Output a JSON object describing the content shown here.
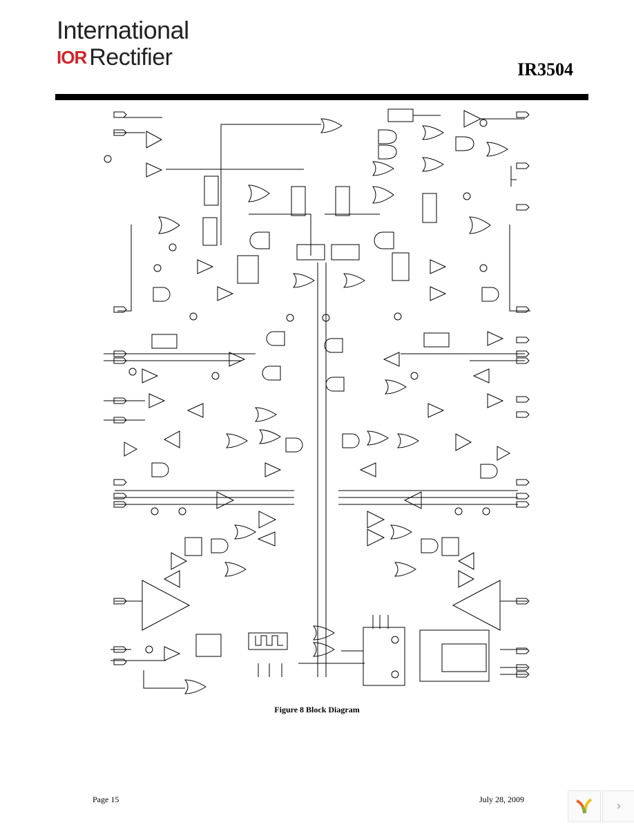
{
  "header": {
    "logo_line1": "International",
    "logo_mark": "IOR",
    "logo_line2": "Rectifier",
    "part_number": "IR3504"
  },
  "figure": {
    "caption": "Figure 8   Block Diagram"
  },
  "footer": {
    "page": "Page 15",
    "date": "July 28, 2009"
  },
  "nav": {
    "next_icon": "chevron-right-icon",
    "next_glyph": "›"
  }
}
